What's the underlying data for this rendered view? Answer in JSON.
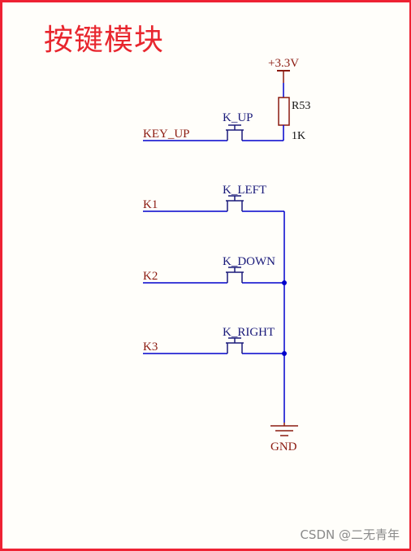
{
  "title": "按键模块",
  "power": {
    "label": "+3.3V"
  },
  "resistor": {
    "ref": "R53",
    "value": "1K"
  },
  "nets": {
    "key_up": "KEY_UP",
    "k1": "K1",
    "k2": "K2",
    "k3": "K3"
  },
  "switches": {
    "up": "K_UP",
    "left": "K_LEFT",
    "down": "K_DOWN",
    "right": "K_RIGHT"
  },
  "ground": {
    "label": "GND"
  },
  "watermark": "CSDN @二无青年",
  "colors": {
    "wire": "#0000cc",
    "net_label": "#8b1a10",
    "title": "#e8262e",
    "border": "#ee2233"
  }
}
